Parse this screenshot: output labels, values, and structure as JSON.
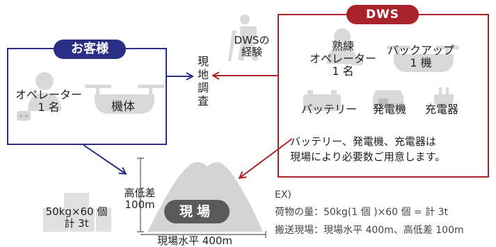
{
  "customer": {
    "title": "お客様",
    "operator_line1": "オペレーター",
    "operator_line2": "1 名",
    "aircraft_label": "機体"
  },
  "dws": {
    "title": "DWS",
    "operator_line1": "熟練",
    "operator_line2": "オペレーター",
    "operator_line3": "1 名",
    "backup_line1": "バックアップ",
    "backup_line2": "1 機",
    "battery_label": "バッテリー",
    "generator_label": "発電機",
    "charger_label": "充電器",
    "note_line1": "バッテリー、発電機、充電器は",
    "note_line2": "現場により必要数ご用意します。"
  },
  "experience": {
    "line1": "DWSの",
    "line2": "経験"
  },
  "site_survey": [
    "現",
    "地",
    "調",
    "査"
  ],
  "site": {
    "label": "現場",
    "height_line1": "高低差",
    "height_line2": "100m",
    "horizontal": "現場水平 400m"
  },
  "cargo": {
    "line1": "50kg×60 個",
    "line2": "計 3t"
  },
  "example": {
    "heading": "EX)",
    "line1": "荷物の量：50kg(1 個 )×60 個 = 計 3t",
    "line2": "搬送現場：現場水平 400m、高低差 100m"
  },
  "colors": {
    "customer": "#2a2f86",
    "dws": "#a8232c",
    "icon_gray": "#d9d9d9",
    "mountain": "#d4d4d4",
    "site_label_bg": "#5a5a5a"
  }
}
